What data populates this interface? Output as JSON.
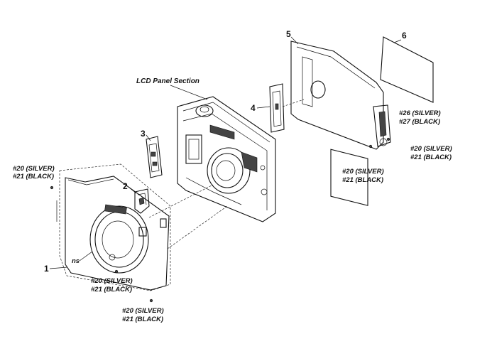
{
  "diagram": {
    "section_title": "LCD Panel Section",
    "part_numbers": [
      "1",
      "2",
      "3",
      "4",
      "5",
      "6"
    ],
    "screw_labels": {
      "left_screw": [
        "#20 (SILVER)",
        "#21 (BLACK)"
      ],
      "front_bottom_screw": [
        "#20 (SILVER)",
        "#21 (BLACK)"
      ],
      "lower_screw": [
        "#20 (SILVER)",
        "#21 (BLACK)"
      ],
      "rear_bottom_screw": [
        "#20 (SILVER)",
        "#21 (BLACK)"
      ],
      "rear_side_screw_a": [
        "#26 (SILVER)",
        "#27 (BLACK)"
      ],
      "rear_side_screw_b": [
        "#20 (SILVER)",
        "#21 (BLACK)"
      ]
    },
    "ns_mark": "ns"
  }
}
